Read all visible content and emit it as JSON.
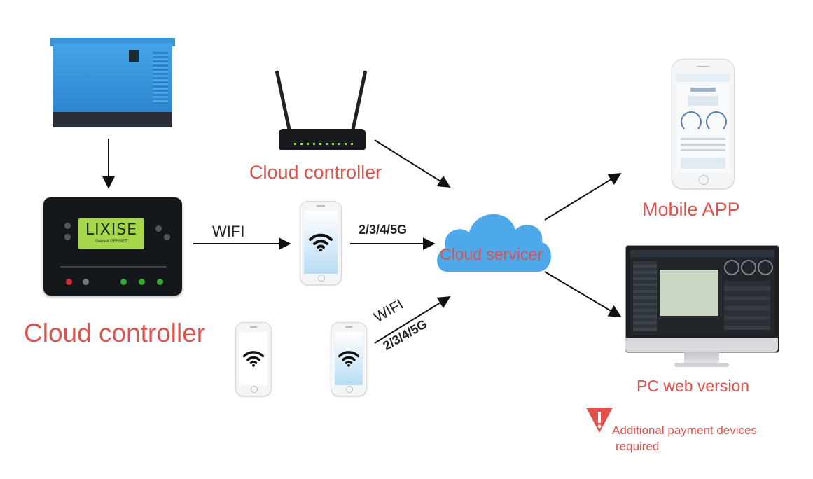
{
  "labels": {
    "cloud_controller_router": "Cloud controller",
    "cloud_controller_main": "Cloud controller",
    "wifi_1": "WIFI",
    "network_1": "2/3/4/5G",
    "cloud_servicer": "Cloud servicer",
    "wifi_2": "WIFI",
    "network_2": "2/3/4/5G",
    "mobile_app": "Mobile APP",
    "pc_web_version": "PC web version",
    "payment_note_line1": "Additional payment devices",
    "payment_note_line2": "required"
  },
  "controller_screen": {
    "brand": "LIXISE",
    "subtitle": "Genset GENSET"
  },
  "colors": {
    "label_red": "#e0514b",
    "cloud_blue": "#4da9ea",
    "arrow": "#111111"
  },
  "icons": [
    "generator",
    "cloud-controller-device",
    "router",
    "phone-wifi",
    "cloud",
    "mobile-app-phone",
    "pc-monitor",
    "warning-icon"
  ]
}
